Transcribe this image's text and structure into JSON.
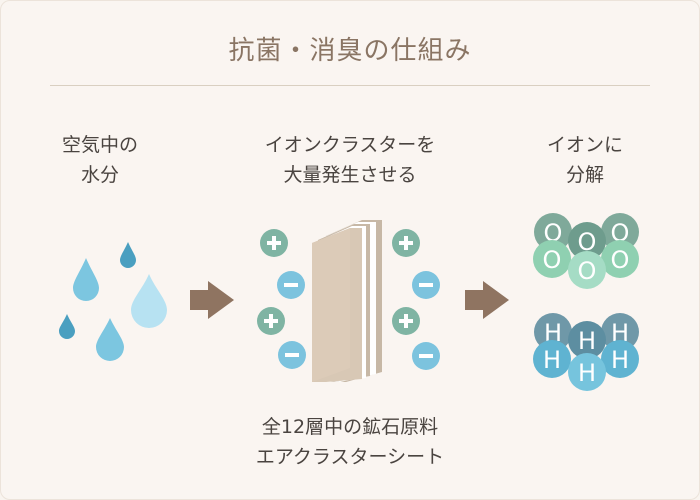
{
  "title": "抗菌・消臭の仕組み",
  "steps": {
    "water": {
      "line1": "空気中の",
      "line2": "水分"
    },
    "ion_generation": {
      "line1": "イオンクラスターを",
      "line2": "大量発生させる"
    },
    "decomposition": {
      "line1": "イオンに",
      "line2": "分解"
    }
  },
  "sheet_caption": {
    "line1": "全12層中の鉱石原料",
    "line2": "エアクラスターシート"
  },
  "symbols": {
    "plus": "+",
    "minus": "−",
    "oxygen": "O",
    "hydrogen": "H"
  },
  "colors": {
    "title": "#8a7564",
    "arrow": "#8f7461",
    "plus_ion": "#7fb4a3",
    "minus_ion": "#7cc3de",
    "sheet": "#d8c8b5",
    "water_drop": "#7cc6e0",
    "oxygen": "#8fd0b1",
    "hydrogen": "#5fb3d1"
  }
}
